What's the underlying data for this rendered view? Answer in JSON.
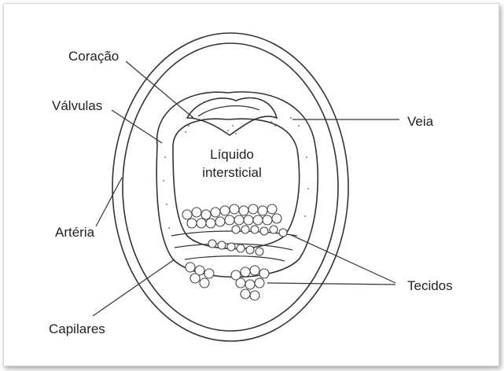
{
  "labels": {
    "coracao": "Coração",
    "valvulas": "Válvulas",
    "arteria": "Artéria",
    "capilares": "Capilares",
    "veia": "Veia",
    "tecidos": "Tecidos",
    "liquido_line1": "Líquido",
    "liquido_line2": "intersticial"
  }
}
